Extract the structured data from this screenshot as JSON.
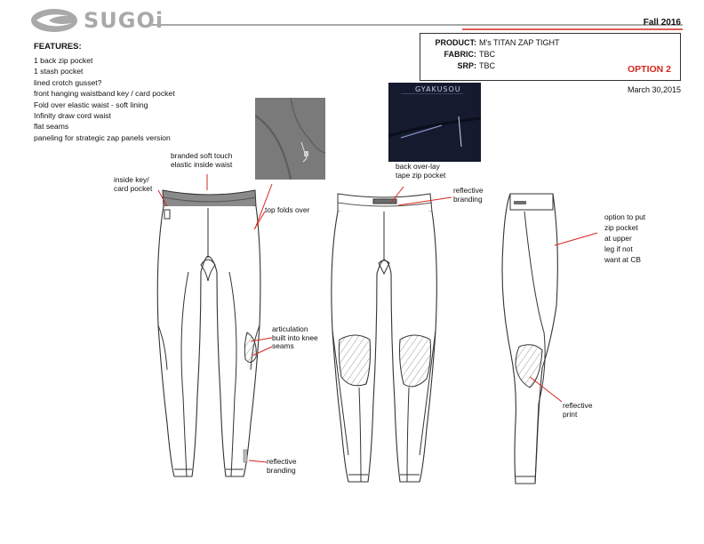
{
  "header": {
    "brand": "SUGOi",
    "season": "Fall 2016"
  },
  "features": {
    "title": "FEATURES:",
    "items": [
      "1 back zip pocket",
      "1 stash pocket",
      "lined crotch gusset?",
      "front hanging waistband key / card pocket",
      "Fold over elastic waist - soft lining",
      "Infinity draw cord waist",
      "flat seams",
      "paneling for strategic zap panels version"
    ]
  },
  "product_info": {
    "product_label": "PRODUCT:",
    "product_value": "M's TITAN ZAP TIGHT",
    "fabric_label": "FABRIC:",
    "fabric_value": "TBC",
    "srp_label": "SRP:",
    "srp_value": "TBC",
    "option": "OPTION 2"
  },
  "date": "March 30,2015",
  "photo_text": {
    "brand_mark": "GYAKUSOU"
  },
  "callouts": {
    "branded_waist": [
      "branded soft touch",
      "elastic inside waist"
    ],
    "inside_key": [
      "inside key/",
      "card pocket"
    ],
    "top_folds": [
      "top folds over"
    ],
    "articulation": [
      "articulation",
      "built into knee",
      "seams"
    ],
    "reflective_branding_front": [
      "reflective",
      "branding"
    ],
    "back_tape_zip": [
      "back over-lay",
      "tape zip pocket"
    ],
    "reflective_branding_back": [
      "reflective",
      "branding"
    ],
    "option_zip": [
      "option to put",
      "zip pocket",
      "at upper",
      "leg if not",
      "want at CB"
    ],
    "reflective_print": [
      "reflective",
      "print"
    ]
  },
  "colors": {
    "accent_red": "#d7261e",
    "logo_gray": "#a9a9a9",
    "line": "#333333"
  }
}
